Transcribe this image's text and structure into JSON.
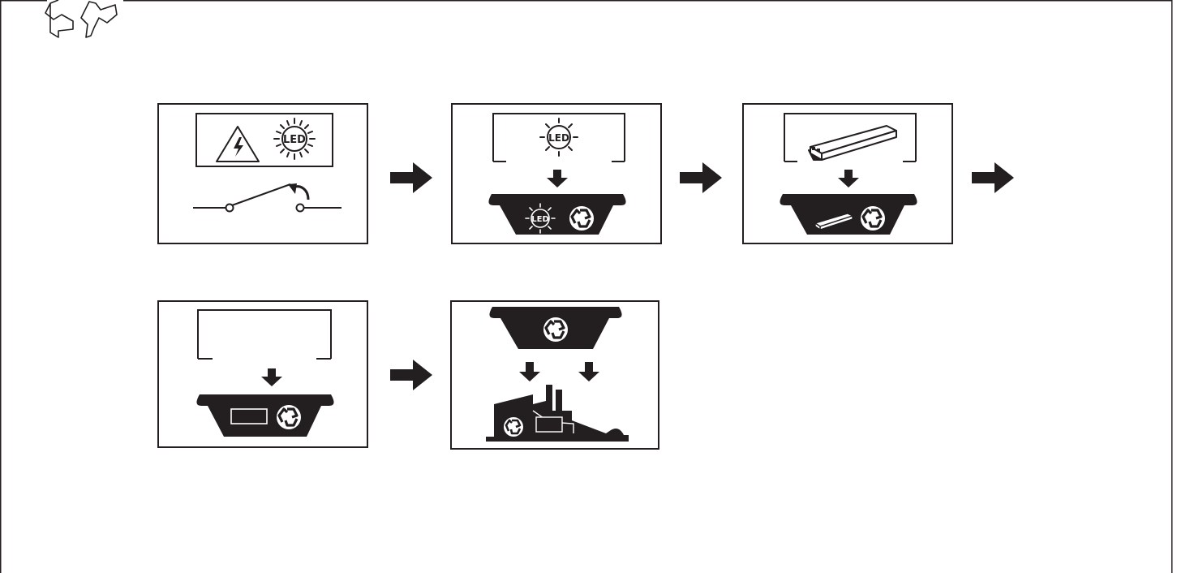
{
  "document": {
    "header_icon": "recycle-arrows-outline-icon",
    "led_label": "LED"
  },
  "steps": [
    {
      "id": 1,
      "content": "switch-off-power",
      "icons": [
        "high-voltage-warning-icon",
        "led-lamp-icon",
        "open-switch-icon"
      ]
    },
    {
      "id": 2,
      "content": "remove-led-module-to-recycling-bin",
      "icons": [
        "led-lamp-icon",
        "down-arrow-icon",
        "recycling-bin-icon"
      ]
    },
    {
      "id": 3,
      "content": "remove-driver-to-recycling-bin",
      "icons": [
        "led-driver-icon",
        "down-arrow-icon",
        "recycling-bin-icon"
      ]
    },
    {
      "id": 4,
      "content": "dispose-luminaire-housing-to-recycling-bin",
      "icons": [
        "empty-housing-icon",
        "down-arrow-icon",
        "recycling-bin-icon"
      ]
    },
    {
      "id": 5,
      "content": "recycling-bin-to-recycling-plant",
      "icons": [
        "recycling-bin-icon",
        "down-arrow-icon",
        "recycling-factory-icon"
      ]
    }
  ],
  "colors": {
    "ink": "#231f20",
    "paper": "#ffffff"
  }
}
